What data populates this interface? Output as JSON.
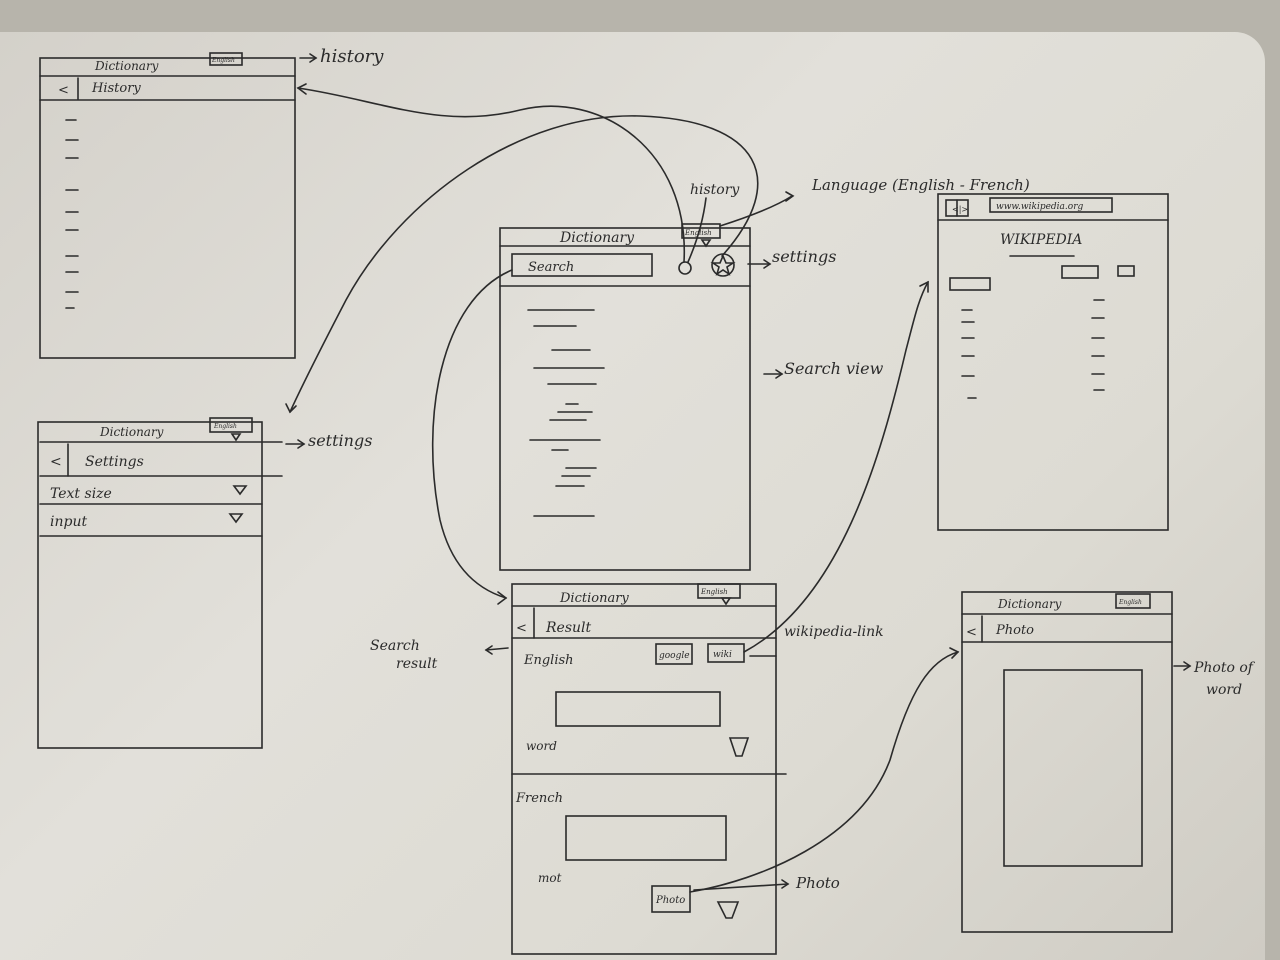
{
  "app_title": "Dictionary",
  "language_badge": "English",
  "history_screen": {
    "title": "Dictionary",
    "badge": "English",
    "back": "<",
    "header": "History",
    "annotation": "history"
  },
  "settings_screen": {
    "title": "Dictionary",
    "badge": "English",
    "back": "<",
    "header": "Settings",
    "rows": [
      "Text size",
      "input"
    ],
    "annotation": "settings"
  },
  "main_screen": {
    "title": "Dictionary",
    "badge": "English",
    "search_placeholder": "Search",
    "history_button": "history",
    "language_annotation": "Language (English - French)",
    "settings_annotation": "settings",
    "search_view_annotation": "Search view"
  },
  "wikipedia_screen": {
    "url": "www.wikipedia.org",
    "logo": "WIKIPEDIA",
    "nav": "<|>"
  },
  "result_screen": {
    "title": "Dictionary",
    "badge": "English",
    "back": "<",
    "header": "Result",
    "english_label": "English",
    "word_label": "word",
    "french_label": "French",
    "mot_label": "mot",
    "google_button": "google",
    "wiki_button": "wiki",
    "photo_button": "Photo",
    "search_result_annotation": "Search result",
    "wikipedia_link_annotation": "wikipedia-link",
    "photo_annotation": "Photo"
  },
  "photo_screen": {
    "title": "Dictionary",
    "badge": "English",
    "back": "<",
    "header": "Photo",
    "annotation": "Photo of word"
  }
}
